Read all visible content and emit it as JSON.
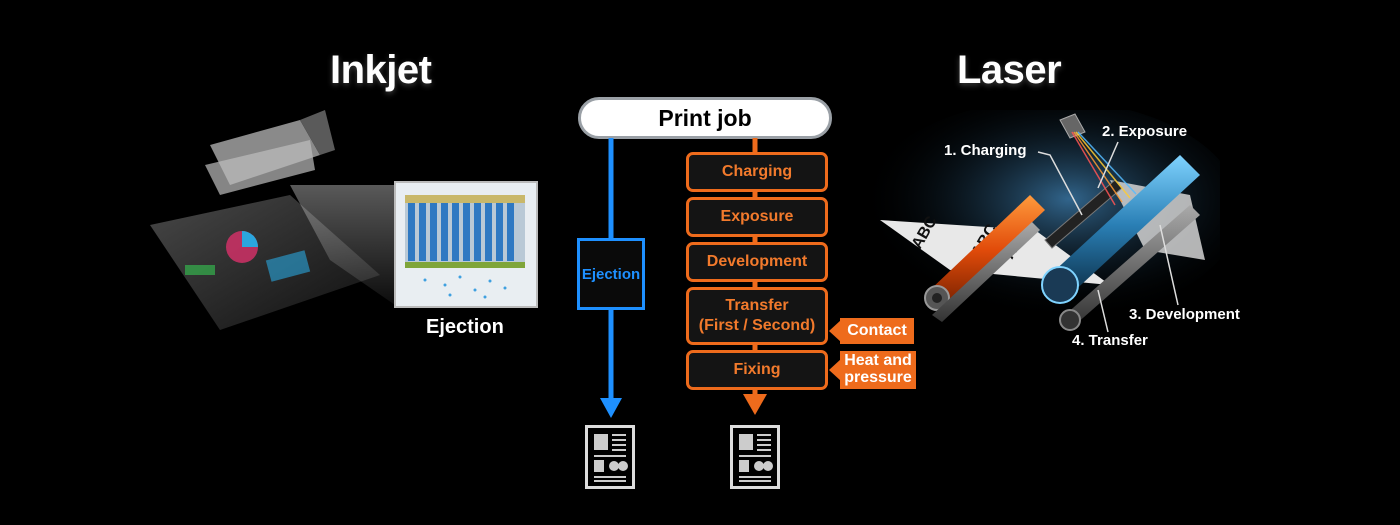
{
  "left_panel": {
    "title": "Inkjet",
    "caption": "Ejection"
  },
  "right_panel": {
    "title": "Laser",
    "callouts": [
      "1. Charging",
      "2. Exposure",
      "3. Development",
      "4. Transfer"
    ],
    "paper_text": [
      "ABC",
      "ABC",
      "ABC"
    ]
  },
  "center": {
    "start": "Print job",
    "inkjet_step": "Ejection",
    "laser_steps": [
      "Charging",
      "Exposure",
      "Development",
      "Transfer\n(First / Second)",
      "Fixing"
    ],
    "tags": {
      "contact": "Contact",
      "heat": "Heat and\npressure"
    }
  },
  "colors": {
    "inkjet_accent": "#1e90ff",
    "laser_accent": "#ee6b1c",
    "background": "#000000"
  },
  "icons": [
    "printed-document-icon",
    "printed-document-icon"
  ]
}
